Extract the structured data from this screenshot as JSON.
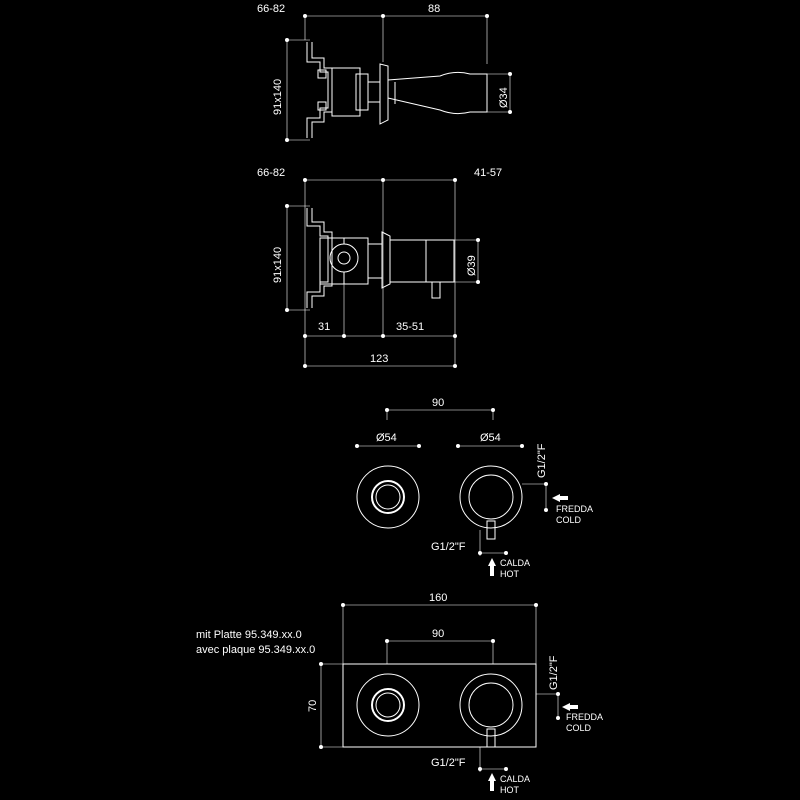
{
  "view1": {
    "dim_depth": "66-82",
    "dim_length": "88",
    "dim_box": "91x140",
    "dim_diameter": "Ø34"
  },
  "view2": {
    "dim_depth": "66-82",
    "dim_handle": "41-57",
    "dim_box": "91x140",
    "dim_diameter": "Ø39",
    "dim_a": "31",
    "dim_b": "35-51",
    "dim_total": "123"
  },
  "view3": {
    "dim_spacing": "90",
    "dim_left_diameter": "Ø54",
    "dim_right_diameter": "Ø54",
    "thread_side": "G1/2\"F",
    "thread_bottom": "G1/2\"F",
    "cold_it": "FREDDA",
    "cold_en": "COLD",
    "hot_it": "CALDA",
    "hot_en": "HOT"
  },
  "view4": {
    "note_de": "mit Platte 95.349.xx.0",
    "note_fr": "avec plaque 95.349.xx.0",
    "dim_width": "160",
    "dim_spacing": "90",
    "dim_height": "70",
    "thread_side": "G1/2\"F",
    "thread_bottom": "G1/2\"F",
    "cold_it": "FREDDA",
    "cold_en": "COLD",
    "hot_it": "CALDA",
    "hot_en": "HOT"
  }
}
